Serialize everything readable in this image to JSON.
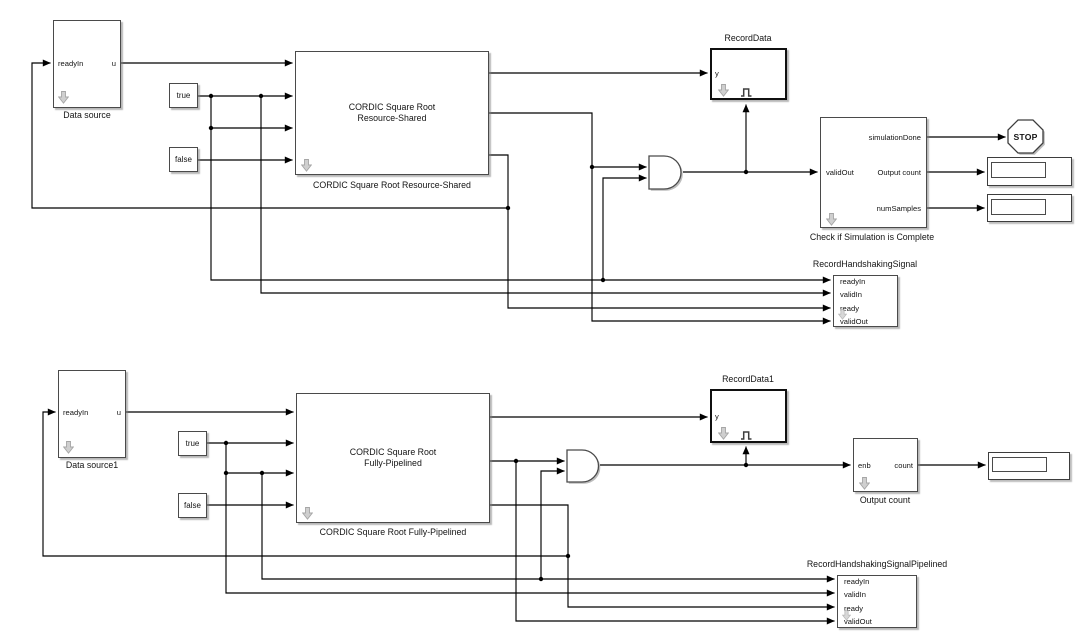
{
  "app": {
    "background": "#ffffff"
  },
  "palette": {
    "wire": "#000000",
    "block_border": "#4a4a4a",
    "block_fill": "#ffffff",
    "bold_block_border": "#101010",
    "shadow": "#bdbdbd",
    "mask_arrow_gray": "#cfcfcf"
  },
  "icons": {
    "look_under_mask_arrow": "gray-down-arrow",
    "trigger_pulse": "square-pulse",
    "stop_shape": "octagon"
  },
  "top": {
    "data_source": {
      "caption": "Data source",
      "port_in": "readyIn",
      "port_out": "u"
    },
    "const_true": {
      "label": "true"
    },
    "const_false": {
      "label": "false"
    },
    "cordic": {
      "title_line1": "CORDIC Square Root",
      "title_line2": "Resource-Shared",
      "caption": "CORDIC Square Root Resource-Shared"
    },
    "record_data": {
      "title": "RecordData",
      "port_in": "y"
    },
    "check": {
      "caption": "Check if Simulation is Complete",
      "port_in": "validOut",
      "outputs": [
        "simulationDone",
        "Output count",
        "numSamples"
      ]
    },
    "stop": {
      "label": "STOP"
    },
    "record_hs": {
      "title": "RecordHandshakingSignal",
      "inputs": [
        "readyIn",
        "validIn",
        "ready",
        "validOut"
      ]
    }
  },
  "bottom": {
    "data_source": {
      "caption": "Data source1",
      "port_in": "readyIn",
      "port_out": "u"
    },
    "const_true": {
      "label": "true"
    },
    "const_false": {
      "label": "false"
    },
    "cordic": {
      "title_line1": "CORDIC Square Root",
      "title_line2": "Fully-Pipelined",
      "caption": "CORDIC Square Root Fully-Pipelined"
    },
    "record_data": {
      "title": "RecordData1",
      "port_in": "y"
    },
    "output_count": {
      "caption": "Output count",
      "port_in": "enb",
      "port_out": "count"
    },
    "record_hs": {
      "title": "RecordHandshakingSignalPipelined",
      "inputs": [
        "readyIn",
        "validIn",
        "ready",
        "validOut"
      ]
    }
  }
}
